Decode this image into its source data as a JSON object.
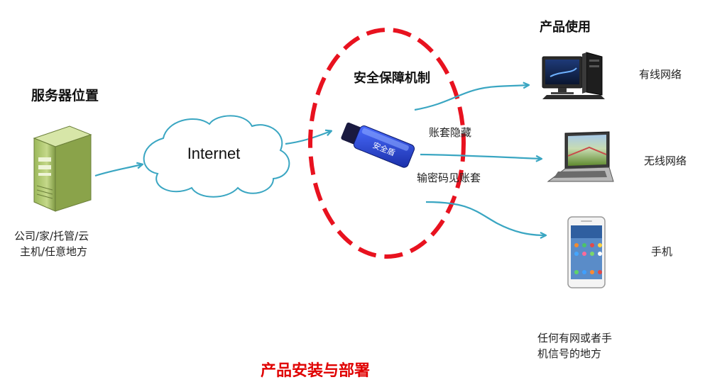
{
  "server": {
    "title": "服务器位置",
    "location_line1": "公司/家/托管/云",
    "location_line2": "主机/任意地方"
  },
  "cloud": {
    "label": "Internet"
  },
  "security": {
    "title": "安全保障机制",
    "usb_key_label": "安全盾",
    "feature1": "账套隐藏",
    "feature2": "输密码见账套"
  },
  "usage": {
    "title": "产品使用",
    "device1": "有线网络",
    "device2": "无线网络",
    "device3": "手机",
    "coverage_line1": "任何有网或者手",
    "coverage_line2": "机信号的地方"
  },
  "footer": {
    "title": "产品安装与部署"
  },
  "colors": {
    "arrow": "#3aa6c2",
    "dashed_ellipse": "#e8121f",
    "footer_text": "#e00000"
  },
  "icons": [
    "server-tower-icon",
    "internet-cloud-icon",
    "usb-key-icon",
    "desktop-computer-icon",
    "laptop-icon",
    "smartphone-icon"
  ]
}
